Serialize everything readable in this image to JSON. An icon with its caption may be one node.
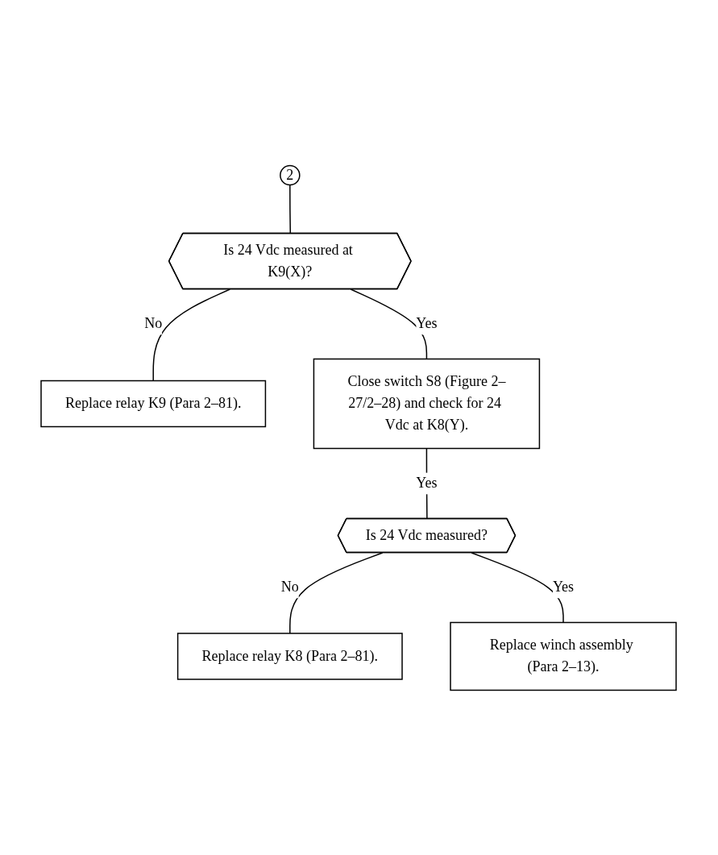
{
  "diagram": {
    "nodes": [
      {
        "text": [
          "2"
        ]
      },
      {
        "text": [
          "Is 24 Vdc measured at K9(X)?"
        ]
      },
      {
        "text": [
          "Replace relay K9 (Para 2–81)."
        ]
      },
      {
        "text": [
          "Close switch S8 (Figure 2–27/2–28) and check for 24 Vdc at K8(Y)."
        ]
      },
      {
        "text": [
          "Is 24 Vdc measured?"
        ]
      },
      {
        "text": [
          "Replace relay K8 (Para 2–81)."
        ]
      },
      {
        "text": [
          "Replace winch assembly (Para 2–13)."
        ]
      }
    ],
    "edges": [
      {
        "from": 0,
        "to": 1,
        "arrow": "none"
      },
      {
        "from": 1,
        "to": 2,
        "arrow": "none",
        "label": "No"
      },
      {
        "from": 1,
        "to": 3,
        "arrow": "none",
        "label": "Yes"
      },
      {
        "from": 3,
        "to": 4,
        "arrow": "none",
        "label": "Yes"
      },
      {
        "from": 4,
        "to": 5,
        "arrow": "none",
        "label": "No"
      },
      {
        "from": 4,
        "to": 6,
        "arrow": "none",
        "label": "Yes"
      }
    ]
  }
}
